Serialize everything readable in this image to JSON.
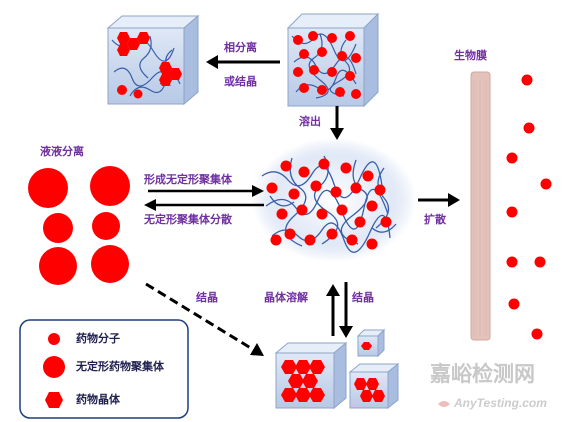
{
  "labels": {
    "phase_separation": "相分离",
    "or_crystallize": "或结晶",
    "dissolution": "溶出",
    "llps": "液液分离",
    "form_aggregates": "形成无定形聚集体",
    "aggregates_dissociate": "无定形聚集体分散",
    "diffusion": "扩散",
    "biomembrane": "生物膜",
    "crystallization_left": "结晶",
    "crystal_dissolve": "晶体溶解",
    "crystallization_right": "结晶"
  },
  "legend": {
    "items": [
      {
        "label": "药物分子",
        "icon": "small-red-dot"
      },
      {
        "label": "无定形药物聚集体",
        "icon": "large-red-circle"
      },
      {
        "label": "药物晶体",
        "icon": "red-hexagon"
      }
    ]
  },
  "watermark": {
    "cn": "嘉峪检测网",
    "en": "AnyTesting.com"
  },
  "colors": {
    "label_purple": "#7030a0",
    "drug_red": "#ff0000",
    "polymer_blue": "#3a5fa8",
    "membrane_fill": "#e4c2bc",
    "cube_fill": "#c9d7ee"
  }
}
